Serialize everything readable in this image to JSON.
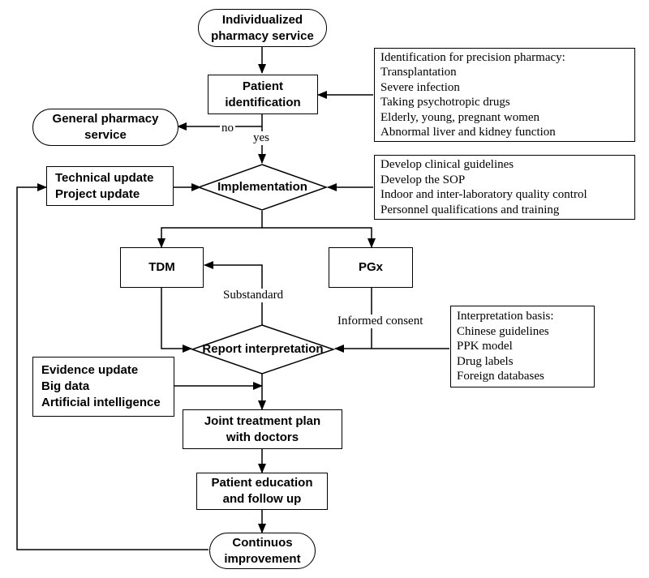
{
  "nodes": {
    "start": [
      "Individualized",
      "pharmacy service"
    ],
    "patient_identification": [
      "Patient",
      "identification"
    ],
    "general_pharmacy": [
      "General pharmacy",
      "service"
    ],
    "implementation": "Implementation",
    "tdm": "TDM",
    "pgx": "PGx",
    "report_interpretation": "Report interpretation",
    "joint_plan": [
      "Joint treatment plan",
      "with doctors"
    ],
    "education": [
      "Patient education",
      "and follow up"
    ],
    "improvement": [
      "Continuos",
      "improvement"
    ]
  },
  "side_boxes": {
    "identification_criteria": [
      "Identification for precision pharmacy:",
      "Transplantation",
      "Severe infection",
      "Taking psychotropic drugs",
      "Elderly, young, pregnant women",
      "Abnormal liver and kidney function"
    ],
    "implementation_requirements": [
      "Develop clinical guidelines",
      "Develop the SOP",
      "Indoor and inter-laboratory quality control",
      "Personnel qualifications and training"
    ],
    "technical_update": [
      "Technical update",
      "Project update"
    ],
    "interpretation_basis": [
      "Interpretation basis:",
      "Chinese guidelines",
      "PPK model",
      "Drug labels",
      "Foreign databases"
    ],
    "evidence_update": [
      "Evidence update",
      "Big data",
      "Artificial intelligence"
    ]
  },
  "edge_labels": {
    "no": "no",
    "yes": "yes",
    "substandard": "Substandard",
    "informed_consent": "Informed consent"
  }
}
